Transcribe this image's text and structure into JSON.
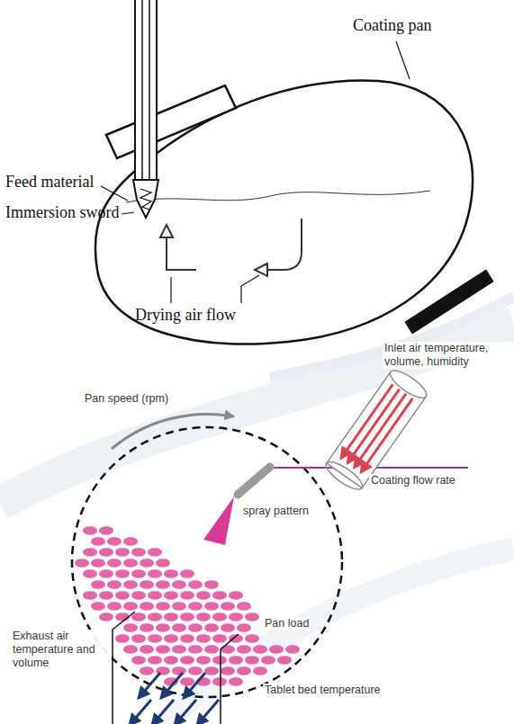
{
  "diagram": {
    "labels": [
      "Coating pan",
      "Feed material",
      "Immersion sword",
      "Drying air flow",
      "Inlet air temperature, volume, humidity",
      "Pan speed (rpm)",
      "Coating flow rate",
      "spray pattern",
      "Pan load",
      "Exhaust air temperature and volume",
      "Tablet bed temperature"
    ]
  }
}
